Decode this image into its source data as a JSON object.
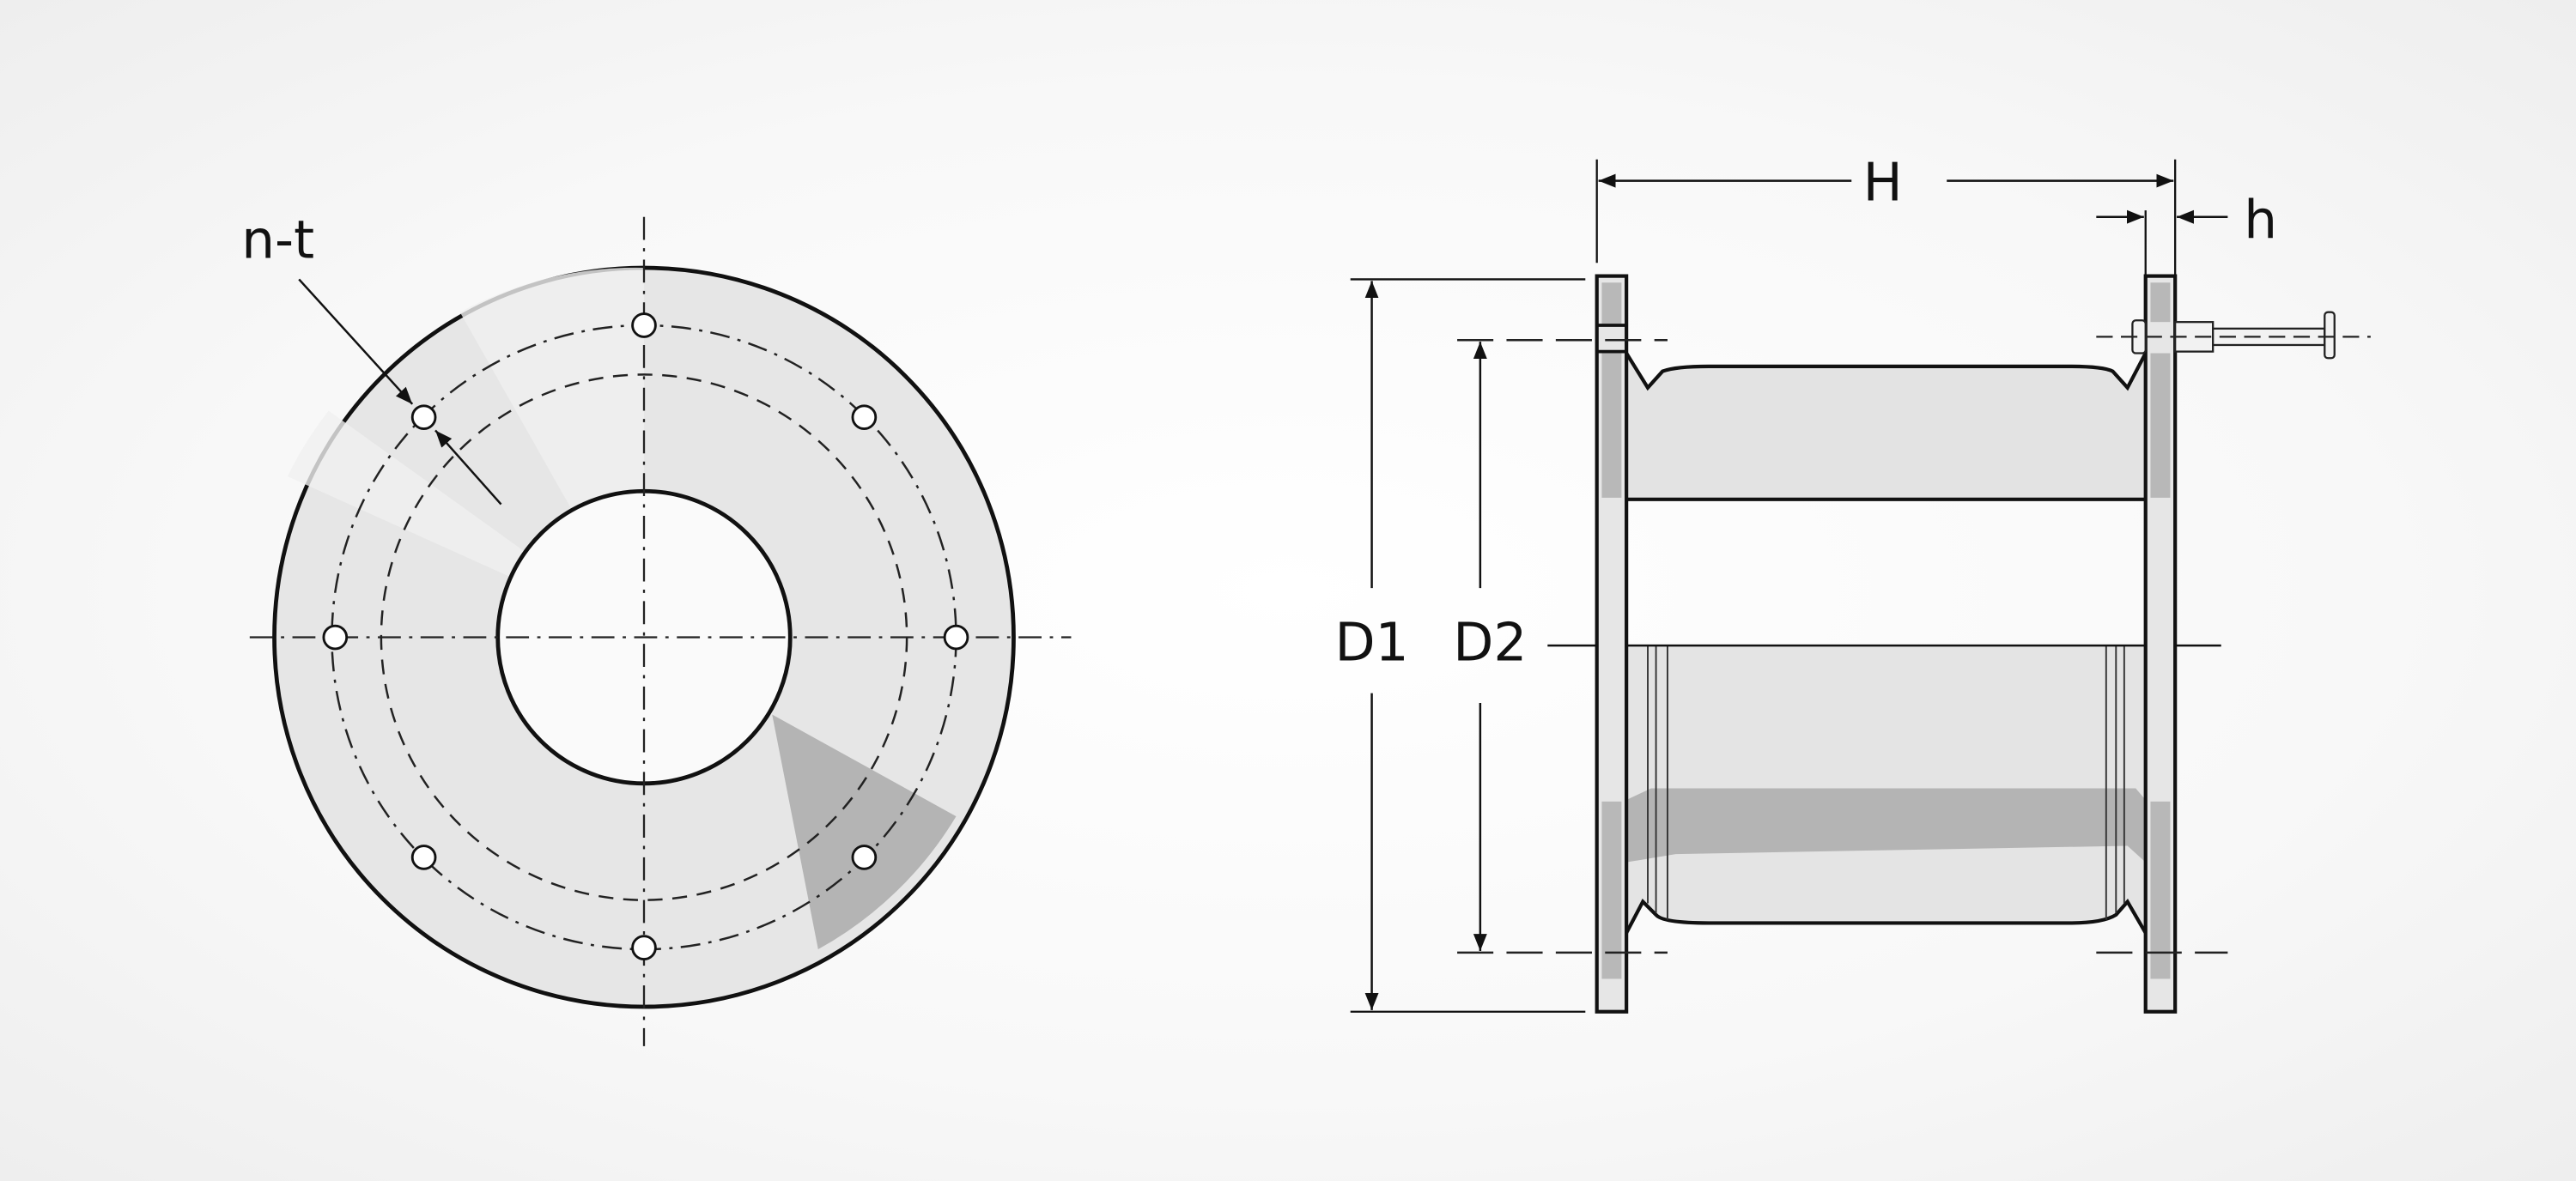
{
  "labels": {
    "bolt_hole_spec": "n-t",
    "overall_length": "H",
    "flange_thickness": "h",
    "flange_outer_diameter": "D1",
    "bolt_circle_diameter": "D2"
  },
  "colors": {
    "line": "#111111",
    "body_fill": "#e3e3e3",
    "shade_dark": "#b4b4b4",
    "shade_light": "#ececec"
  }
}
